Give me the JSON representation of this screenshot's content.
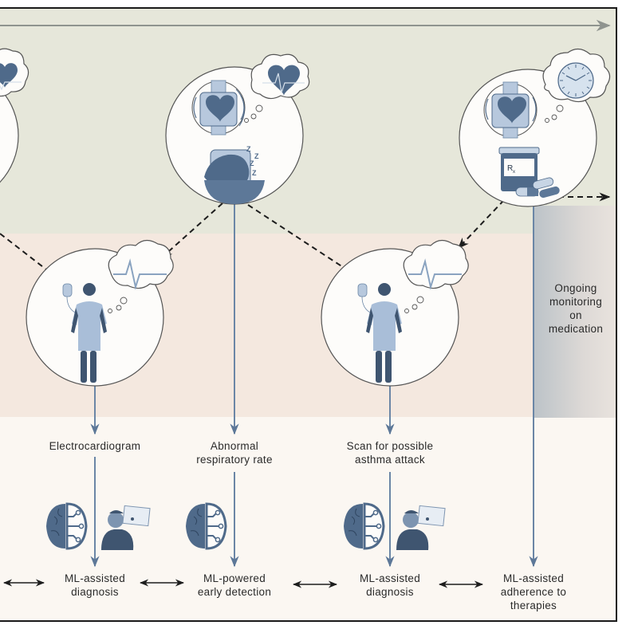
{
  "colors": {
    "band_top": "#e6e7da",
    "band_middle": "#f4e8df",
    "band_bottom": "#fbf7f2",
    "frame": "#1a1a1a",
    "timeline": "#8f948f",
    "accent_dark": "#4f6a8a",
    "accent_light": "#a9bed8",
    "line_blue": "#6b86a6"
  },
  "timeline": {
    "icon": "timeline-arrow-icon"
  },
  "stages": [
    {
      "id": "ecg",
      "top_icons": [
        "wearable-heart-monitor-icon",
        "heartbeat-thought-icon"
      ],
      "patient_icon": "hospital-patient-icon",
      "thought_icon": "ecg-waveform-icon",
      "measurement": [
        "Electrocardiogram"
      ],
      "ml_icons": [
        "brain-circuit-icon",
        "doctor-review-icon"
      ],
      "outcome": [
        "ML-assisted",
        "diagnosis"
      ]
    },
    {
      "id": "respiratory",
      "top_icons": [
        "wearable-heart-monitor-icon",
        "sleeping-person-icon",
        "heartbeat-thought-icon"
      ],
      "measurement": [
        "Abnormal",
        "respiratory rate"
      ],
      "ml_icons": [
        "brain-circuit-icon"
      ],
      "outcome": [
        "ML-powered",
        "early detection"
      ]
    },
    {
      "id": "asthma",
      "patient_icon": "hospital-patient-icon",
      "thought_icon": "ecg-waveform-icon",
      "measurement": [
        "Scan for possible",
        "asthma attack"
      ],
      "ml_icons": [
        "brain-circuit-icon",
        "doctor-review-icon"
      ],
      "outcome": [
        "ML-assisted",
        "diagnosis"
      ]
    },
    {
      "id": "adherence",
      "top_icons": [
        "wearable-heart-monitor-icon",
        "prescription-bottle-icon",
        "pills-icon",
        "clock-thought-icon"
      ],
      "side_label": [
        "Ongoing",
        "monitoring",
        "on",
        "medication"
      ],
      "outcome": [
        "ML-assisted",
        "adherence to",
        "therapies"
      ]
    }
  ]
}
